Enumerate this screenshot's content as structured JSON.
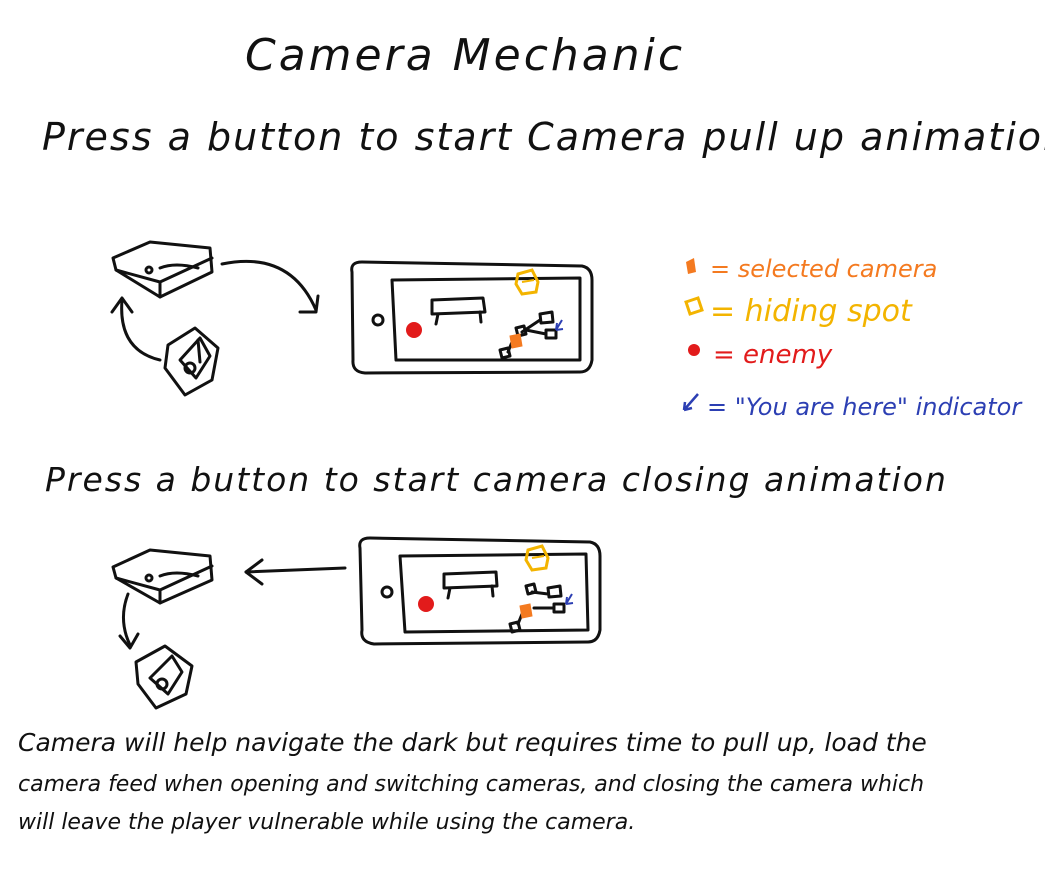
{
  "title": "Camera Mechanic",
  "step1": "Press a button to start Camera pull up animation",
  "step2": "Press a button to start camera closing animation",
  "legend": {
    "selected_camera": "= selected camera",
    "hiding_spot": "= hiding spot",
    "enemy": "= enemy",
    "you_are_here": "= \"You are here\" indicator"
  },
  "colors": {
    "selected_camera": "#f47a20",
    "hiding_spot": "#f3b400",
    "enemy": "#e21b1b",
    "you_are_here": "#2c3fb3"
  },
  "icons": [
    "camera-device-icon",
    "phone-screen-icon",
    "hiding-spot-icon",
    "enemy-dot-icon",
    "you-are-here-arrow-icon"
  ],
  "note": {
    "line1": "Camera will help navigate the dark but requires time to pull up, load the",
    "line2": "camera feed when opening and switching cameras, and closing the camera which",
    "line3": "will leave the player vulnerable while using the camera."
  }
}
